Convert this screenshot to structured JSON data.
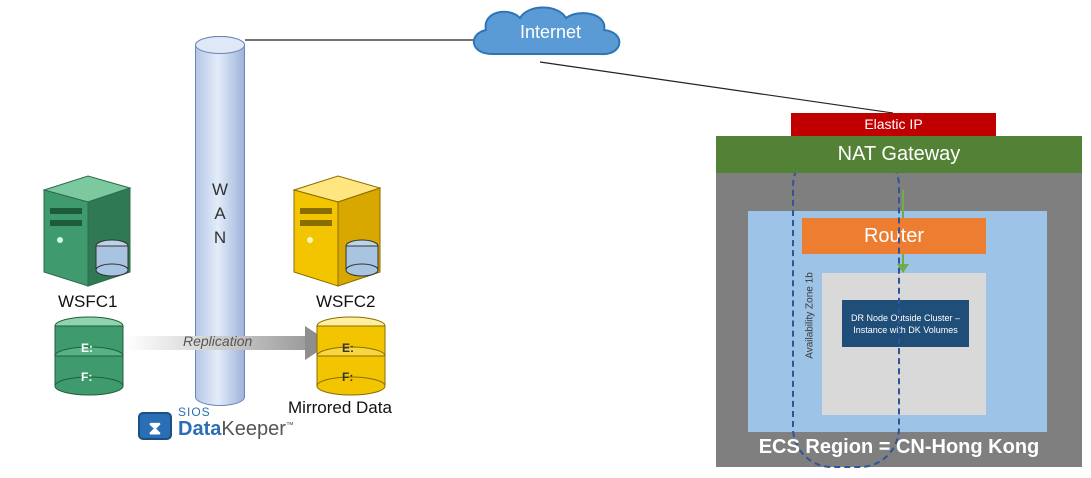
{
  "onprem": {
    "wan_letters": [
      "W",
      "A",
      "N"
    ],
    "server1_label": "WSFC1",
    "server2_label": "WSFC2",
    "replication_label": "Replication",
    "mirrored_label": "Mirrored Data",
    "drive_e": "E:",
    "drive_f": "F:",
    "logo_top": "SIOS",
    "logo_brand_bold": "Data",
    "logo_brand_light": "Keeper",
    "logo_tm": "™"
  },
  "internet": {
    "label": "Internet"
  },
  "aws": {
    "elastic_ip": "Elastic IP",
    "nat_gateway": "NAT Gateway",
    "router": "Router",
    "availability_zone": "Availability Zone 1b",
    "dr_node": "DR Node Outside Cluster – Instance with DK Volumes",
    "region": "ECS Region = CN-Hong Kong"
  },
  "colors": {
    "elastic_ip": "#c00000",
    "nat_gateway": "#538135",
    "region": "#7f7f7f",
    "vpc": "#9dc3e6",
    "router": "#ed7d31",
    "subnet": "#d9d9d9",
    "dr_node": "#1f4e79",
    "cloud": "#5b9bd5",
    "server1": "#3f9a6e",
    "server2": "#f2c500"
  }
}
